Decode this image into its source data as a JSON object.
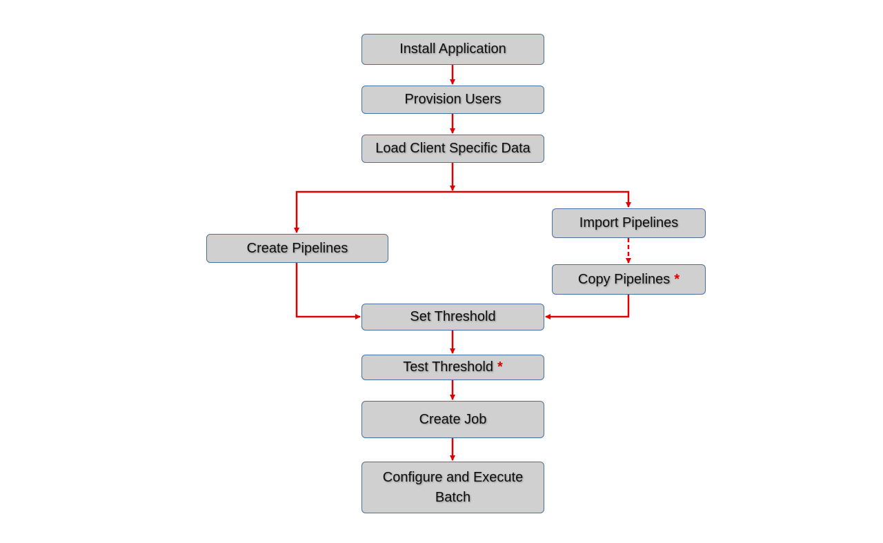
{
  "diagram": {
    "accent_color": "#e00000",
    "box_fill": "#d0d0d0",
    "box_border": "#4a6f9c",
    "steps": {
      "install": "Install Application",
      "provision": "Provision Users",
      "load": "Load Client Specific Data",
      "create_pipelines": "Create Pipelines",
      "import_pipelines": "Import Pipelines",
      "copy_pipelines": "Copy Pipelines",
      "set_threshold": "Set Threshold",
      "test_threshold": "Test Threshold",
      "create_job": "Create Job",
      "configure_batch": "Configure and Execute Batch"
    },
    "marker": "*",
    "edges": [
      {
        "from": "Install Application",
        "to": "Provision Users",
        "style": "solid"
      },
      {
        "from": "Provision Users",
        "to": "Load Client Specific Data",
        "style": "solid"
      },
      {
        "from": "Load Client Specific Data",
        "to": "Create Pipelines",
        "style": "solid"
      },
      {
        "from": "Load Client Specific Data",
        "to": "Import Pipelines",
        "style": "solid"
      },
      {
        "from": "Import Pipelines",
        "to": "Copy Pipelines",
        "style": "dashed"
      },
      {
        "from": "Create Pipelines",
        "to": "Set Threshold",
        "style": "solid"
      },
      {
        "from": "Copy Pipelines",
        "to": "Set Threshold",
        "style": "solid"
      },
      {
        "from": "Set Threshold",
        "to": "Test Threshold",
        "style": "solid"
      },
      {
        "from": "Test Threshold",
        "to": "Create Job",
        "style": "solid"
      },
      {
        "from": "Create Job",
        "to": "Configure and Execute Batch",
        "style": "solid"
      }
    ]
  }
}
